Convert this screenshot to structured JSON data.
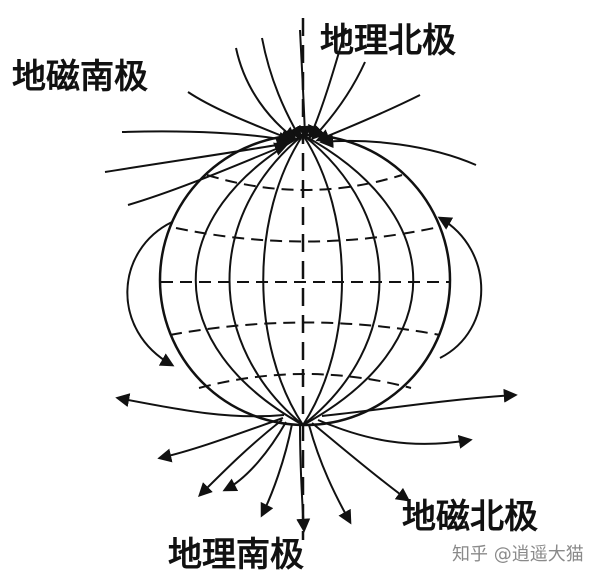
{
  "labels": {
    "geographic_north": "地理北极",
    "geomagnetic_south": "地磁南极",
    "geomagnetic_north": "地磁北极",
    "geographic_south": "地理南极"
  },
  "watermark": "知乎 @逍遥大猫",
  "colors": {
    "ink": "#111111",
    "background": "#ffffff",
    "watermark": "#8a8a8a"
  }
}
